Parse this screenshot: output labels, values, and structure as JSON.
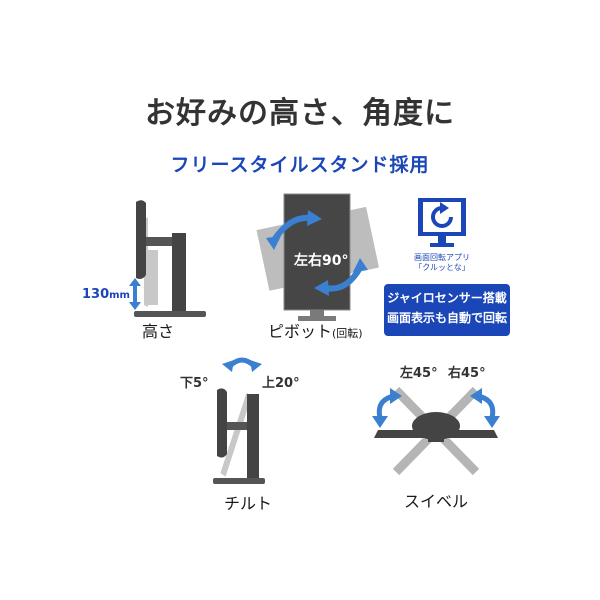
{
  "heading": {
    "title": "お好みの高さ、角度に",
    "subtitle": "フリースタイルスタンド採用"
  },
  "height_panel": {
    "label": "高さ",
    "value": "130",
    "unit": "mm"
  },
  "pivot_panel": {
    "label": "ピボット",
    "sub_label": "(回転)",
    "rotation_text": "左右90°"
  },
  "app_panel": {
    "app_caption_line1": "画面回転アプリ",
    "app_caption_line2": "「クルッとな」",
    "feature_line1": "ジャイロセンサー搭載",
    "feature_line2": "画面表示も自動で回転"
  },
  "tilt_panel": {
    "label": "チルト",
    "down": "下5°",
    "up": "上20°"
  },
  "swivel_panel": {
    "label": "スイベル",
    "left": "左45°",
    "right": "右45°"
  },
  "colors": {
    "accent_blue": "#1a46b8",
    "arrow_blue": "#3a7fd0",
    "monitor_dark": "#444444",
    "ghost_gray": "#bdbdbd"
  }
}
